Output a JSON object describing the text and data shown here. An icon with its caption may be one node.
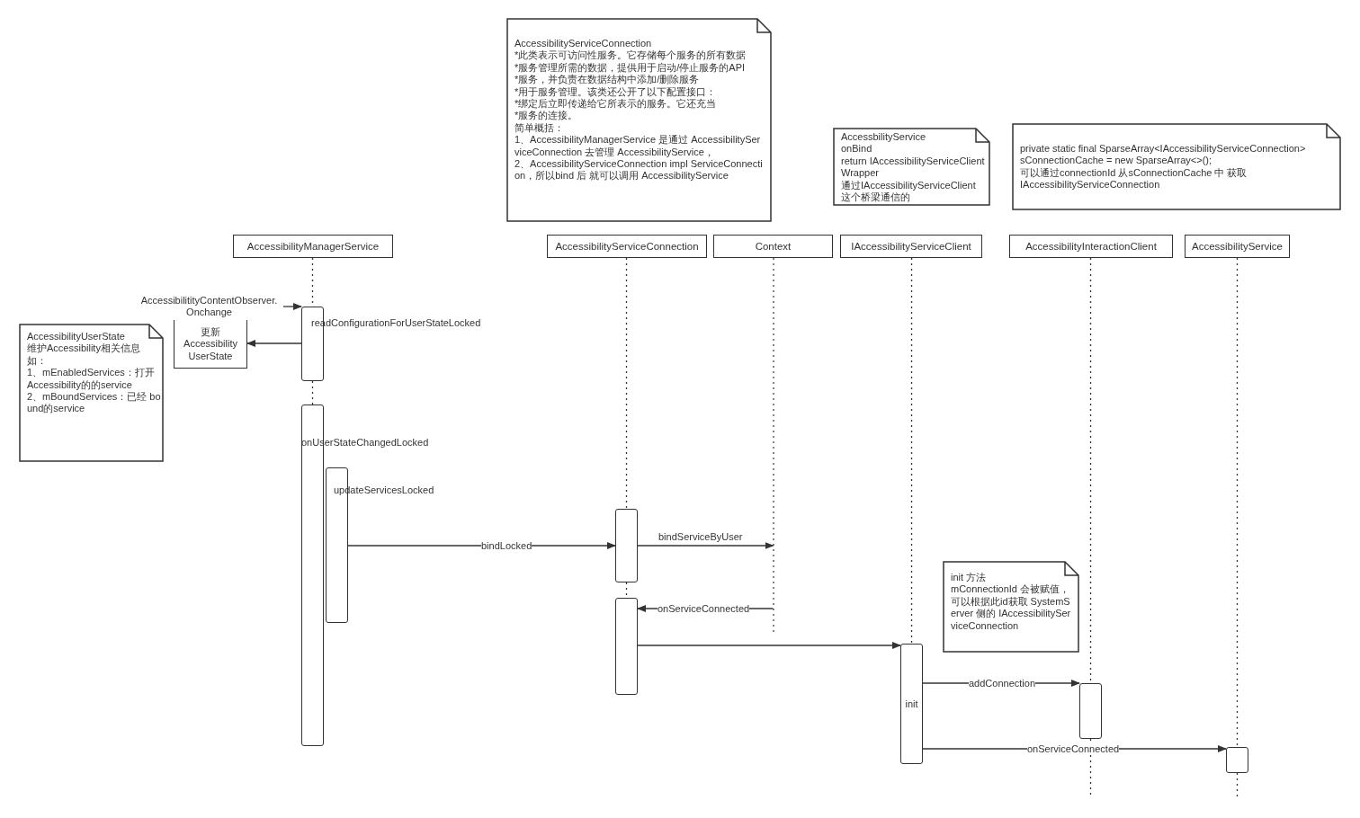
{
  "diagram": {
    "nodes": [
      {
        "text": [
          "AccessibilityManagerService"
        ]
      },
      {
        "text": [
          "AccessibilityServiceConnection"
        ]
      },
      {
        "text": [
          "Context"
        ]
      },
      {
        "text": [
          "IAccessibilityServiceClient"
        ]
      },
      {
        "text": [
          "AccessibilityInteractionClient"
        ]
      },
      {
        "text": [
          "AccessibilityService"
        ]
      },
      {
        "text": [],
        "shape": "bar",
        "beside": [
          "readConfigurationForUserStateLocked"
        ]
      },
      {
        "text": [],
        "shape": "bar",
        "beside": [
          "onUserStateChangedLocked"
        ]
      },
      {
        "text": [],
        "shape": "bar",
        "beside": [
          "updateServicesLocked"
        ]
      },
      {
        "text": [],
        "shape": "bar"
      },
      {
        "text": [],
        "shape": "bar"
      },
      {
        "text": [
          "init"
        ]
      },
      {
        "text": [],
        "shape": "bar"
      },
      {
        "text": [],
        "shape": "bar"
      },
      {
        "text": [
          "AccessibilityServiceConnection",
          "*此类表示可访问性服务。它存储每个服务的所有数据",
          "*服务管理所需的数据，提供用于启动/停止服务的API",
          "*服务，并负责在数据结构中添加/删除服务",
          "*用于服务管理。该类还公开了以下配置接口：",
          "*绑定后立即传递给它所表示的服务。它还充当",
          "*服务的连接。",
          "简单概括：",
          "1、AccessibilityManagerService 是通过 AccessibilityServiceConnection 去管理 AccessibilityService，",
          "2、AccessibilityServiceConnection impl ServiceConnection，所以bind 后 就可以调用 AccessibilityService"
        ]
      },
      {
        "text": [
          "AccessbilityService",
          "onBind",
          "return IAccessibilityServiceClientWrapper",
          "通过IAccessibilityServiceClient",
          "这个桥梁通信的"
        ]
      },
      {
        "text": [
          "private static final SparseArray<IAccessibilityServiceConnection>",
          "sConnectionCache = new SparseArray<>();",
          "可以通过connectionId 从sConnectionCache  中 获取",
          "IAccessibilityServiceConnection"
        ]
      },
      {
        "text": [
          "AccessibilityUserState",
          "维护Accessibility相关信息",
          "如：",
          "1、mEnabledServices：打开 Accessibility的的service",
          "2、mBoundServices：已经 bound的service"
        ]
      },
      {
        "text": [
          "init 方法",
          "mConnectionId 会被赋值，可以根据此id获取 SystemServer 侧的 IAccessibilityServiceConnection"
        ]
      },
      {
        "text": [
          "更新 Accessibility UserState"
        ]
      },
      {
        "text": [
          "AccessibilitityContentObserver. Onchange"
        ]
      }
    ],
    "edges": [
      {
        "from": 20,
        "to": 6,
        "arrow": "to"
      },
      {
        "from": 6,
        "to": 19,
        "arrow": "to"
      },
      {
        "from": 8,
        "to": 9,
        "arrow": "to",
        "label": "bindLocked"
      },
      {
        "from": 9,
        "to": 2,
        "arrow": "to",
        "label": "bindServiceByUser"
      },
      {
        "from": 2,
        "to": 10,
        "arrow": "to",
        "label": "onServiceConnected"
      },
      {
        "from": 10,
        "to": 11,
        "arrow": "to"
      },
      {
        "from": 11,
        "to": 12,
        "arrow": "to",
        "label": "addConnection"
      },
      {
        "from": 11,
        "to": 13,
        "arrow": "to",
        "label": "onServiceConnected"
      },
      {
        "from": 0,
        "to": 6,
        "arrow": "none",
        "style": "dashed"
      },
      {
        "from": 6,
        "to": 7,
        "arrow": "none",
        "style": "dashed"
      },
      {
        "from": 1,
        "to": 9,
        "arrow": "none",
        "style": "dashed"
      },
      {
        "from": 9,
        "to": 10,
        "arrow": "none",
        "style": "dashed"
      },
      {
        "from": 3,
        "to": 11,
        "arrow": "none",
        "style": "dashed"
      },
      {
        "from": 4,
        "to": 12,
        "arrow": "none",
        "style": "dashed"
      },
      {
        "from": 12,
        "to": null,
        "arrow": "none",
        "style": "dashed"
      },
      {
        "from": 5,
        "to": 13,
        "arrow": "none",
        "style": "dashed"
      },
      {
        "from": 13,
        "to": null,
        "arrow": "none",
        "style": "dashed"
      }
    ]
  }
}
